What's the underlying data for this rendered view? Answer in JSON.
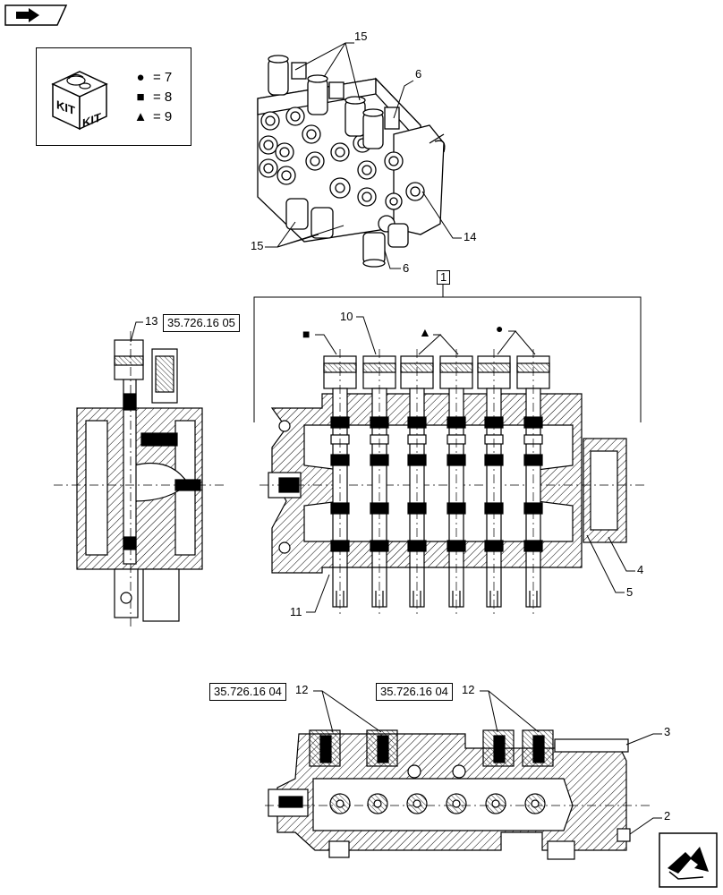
{
  "legend": {
    "kit_icon": "kit-icon",
    "kit_label_1": "KIT",
    "kit_label_2": "KIT",
    "items": [
      {
        "symbol": "●",
        "shape": "circle",
        "text": "= 7"
      },
      {
        "symbol": "■",
        "shape": "square",
        "text": "= 8"
      },
      {
        "symbol": "▲",
        "shape": "triangle",
        "text": "= 9"
      }
    ]
  },
  "references": {
    "section_side": "35.726.16 05",
    "section_bottom_left": "35.726.16 04",
    "section_bottom_right": "35.726.16 04"
  },
  "callouts": {
    "c1": "1",
    "c2": "2",
    "c3": "3",
    "c4": "4",
    "c5": "5",
    "c6_top": "6",
    "c6_bottom": "6",
    "c10": "10",
    "c11": "11",
    "c12_left": "12",
    "c12_right": "12",
    "c13": "13",
    "c14": "14",
    "c15_top": "15",
    "c15_bottom": "15"
  },
  "markers": {
    "square": "■",
    "triangle": "▲",
    "circle": "●"
  },
  "icons": {
    "top_nav": "arrow-right-icon",
    "bottom_nav": "next-page-icon"
  }
}
